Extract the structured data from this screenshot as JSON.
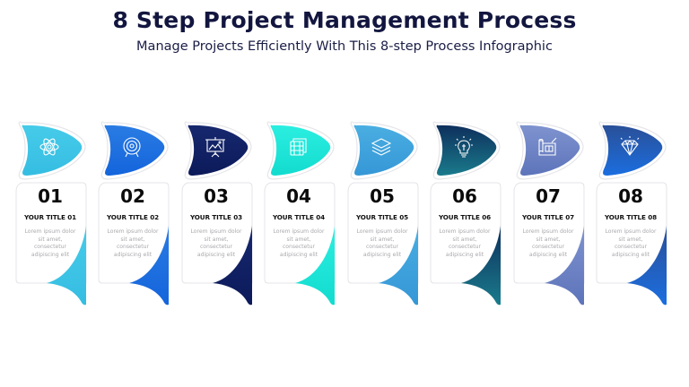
{
  "header": {
    "title": "8 Step Project Management Process",
    "subtitle": "Manage Projects Efficiently With This 8-step Process Infographic"
  },
  "steps": [
    {
      "number": "01",
      "title": "YOUR TITLE 01",
      "description": "Lorem ipsum dolor sit amet, consectetur adipiscing elit",
      "icon": "atom-icon",
      "color_top": "#46cbe9",
      "color_bottom": "#35bde2"
    },
    {
      "number": "02",
      "title": "YOUR TITLE 02",
      "description": "Lorem ipsum dolor sit amet, consectetur adipiscing elit",
      "icon": "target-icon",
      "color_top": "#2a7ce3",
      "color_bottom": "#1464dc"
    },
    {
      "number": "03",
      "title": "YOUR TITLE 03",
      "description": "Lorem ipsum dolor sit amet, consectetur adipiscing elit",
      "icon": "presentation-board-icon",
      "color_top": "#17286e",
      "color_bottom": "#0c1a5a"
    },
    {
      "number": "04",
      "title": "YOUR TITLE 04",
      "description": "Lorem ipsum dolor sit amet, consectetur adipiscing elit",
      "icon": "film-frames-icon",
      "color_top": "#2beee0",
      "color_bottom": "#12dccf"
    },
    {
      "number": "05",
      "title": "YOUR TITLE 05",
      "description": "Lorem ipsum dolor sit amet, consectetur adipiscing elit",
      "icon": "layers-icon",
      "color_top": "#4aaee2",
      "color_bottom": "#3597d6"
    },
    {
      "number": "06",
      "title": "YOUR TITLE 06",
      "description": "Lorem ipsum dolor sit amet, consectetur adipiscing elit",
      "icon": "lightbulb-icon",
      "color_top": "#0e2f5c",
      "color_bottom": "#1a7b8c"
    },
    {
      "number": "07",
      "title": "YOUR TITLE 07",
      "description": "Lorem ipsum dolor sit amet, consectetur adipiscing elit",
      "icon": "blueprint-icon",
      "color_top": "#7f93cf",
      "color_bottom": "#5d74ba"
    },
    {
      "number": "08",
      "title": "YOUR TITLE 08",
      "description": "Lorem ipsum dolor sit amet, consectetur adipiscing elit",
      "icon": "diamond-icon",
      "color_top": "#2a4f97",
      "color_bottom": "#1b6ee0"
    }
  ]
}
